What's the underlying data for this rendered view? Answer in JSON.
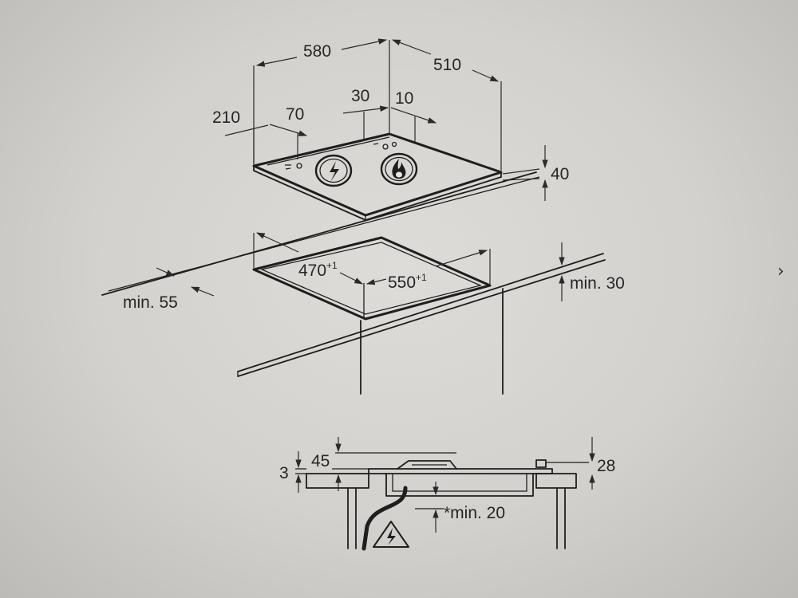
{
  "dimensions": {
    "width": "580",
    "depth": "510",
    "left_offset": "210",
    "knob_spacing": "70",
    "rear_offset": "30",
    "rear_small": "10",
    "height": "40",
    "cutout_depth": "470",
    "cutout_width": "550",
    "tolerance": "+1",
    "min_front": "min. 55",
    "min_side": "min. 30",
    "section_top": "45",
    "section_glass": "3",
    "section_knob": "28",
    "section_clearance": "*min. 20"
  },
  "icons": {
    "electric_knob": "lightning-bolt-icon",
    "gas_knob": "flame-icon",
    "warning": "electric-warning-triangle-icon"
  },
  "navigation": {
    "next_label": "›"
  }
}
